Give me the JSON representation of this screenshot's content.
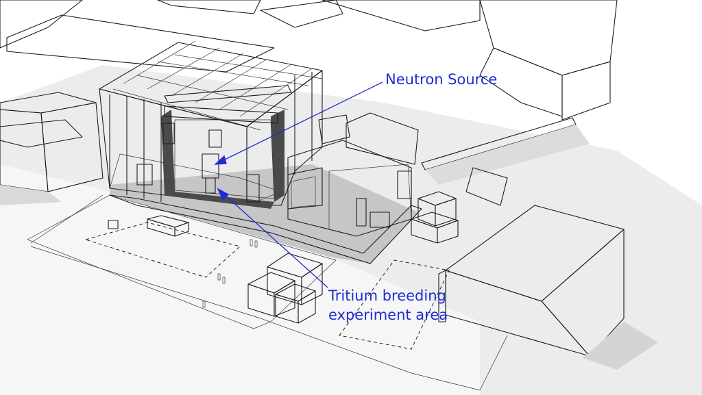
{
  "annotations": {
    "neutron_source": "Neutron Source",
    "tritium_line1": "Tritium breeding",
    "tritium_line2": "experiment area"
  },
  "colors": {
    "annotation": "#1f2bd6",
    "ground": "#e6e6e6",
    "shadow": "#cfcfcf",
    "pit": "#b8b8b8",
    "wall_dark": "#4a4a4a",
    "outline": "#1a1a1a"
  }
}
